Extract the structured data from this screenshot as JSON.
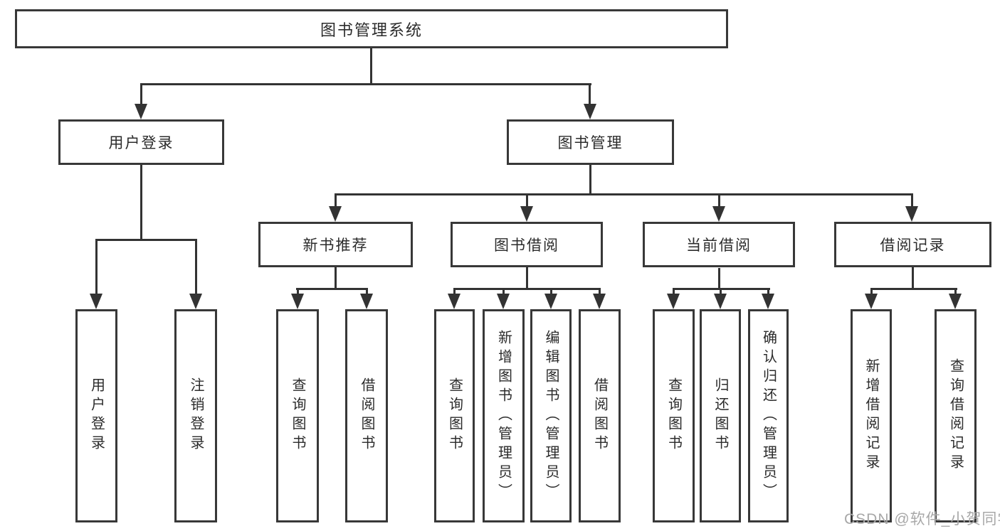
{
  "diagram_title": "图书管理系统",
  "tree": {
    "root": "图书管理系统",
    "branches": [
      {
        "label": "用户登录",
        "children": [
          "用户登录",
          "注销登录"
        ]
      },
      {
        "label": "图书管理",
        "children": [
          {
            "label": "新书推荐",
            "children": [
              "查询图书",
              "借阅图书"
            ]
          },
          {
            "label": "图书借阅",
            "children": [
              "查询图书",
              "新增图书（管理员）",
              "编辑图书（管理员）",
              "借阅图书"
            ]
          },
          {
            "label": "当前借阅",
            "children": [
              "查询图书",
              "归还图书",
              "确认归还（管理员）"
            ]
          },
          {
            "label": "借阅记录",
            "children": [
              "新增借阅记录",
              "查询借阅记录"
            ]
          }
        ]
      }
    ]
  },
  "watermark": {
    "text": "CSDN @软件_小贺同学"
  },
  "colors": {
    "line": "#333333",
    "border": "#383838",
    "text": "#2b2b2b",
    "watermark_text": "#a8a8a8",
    "background": "#ffffff"
  }
}
